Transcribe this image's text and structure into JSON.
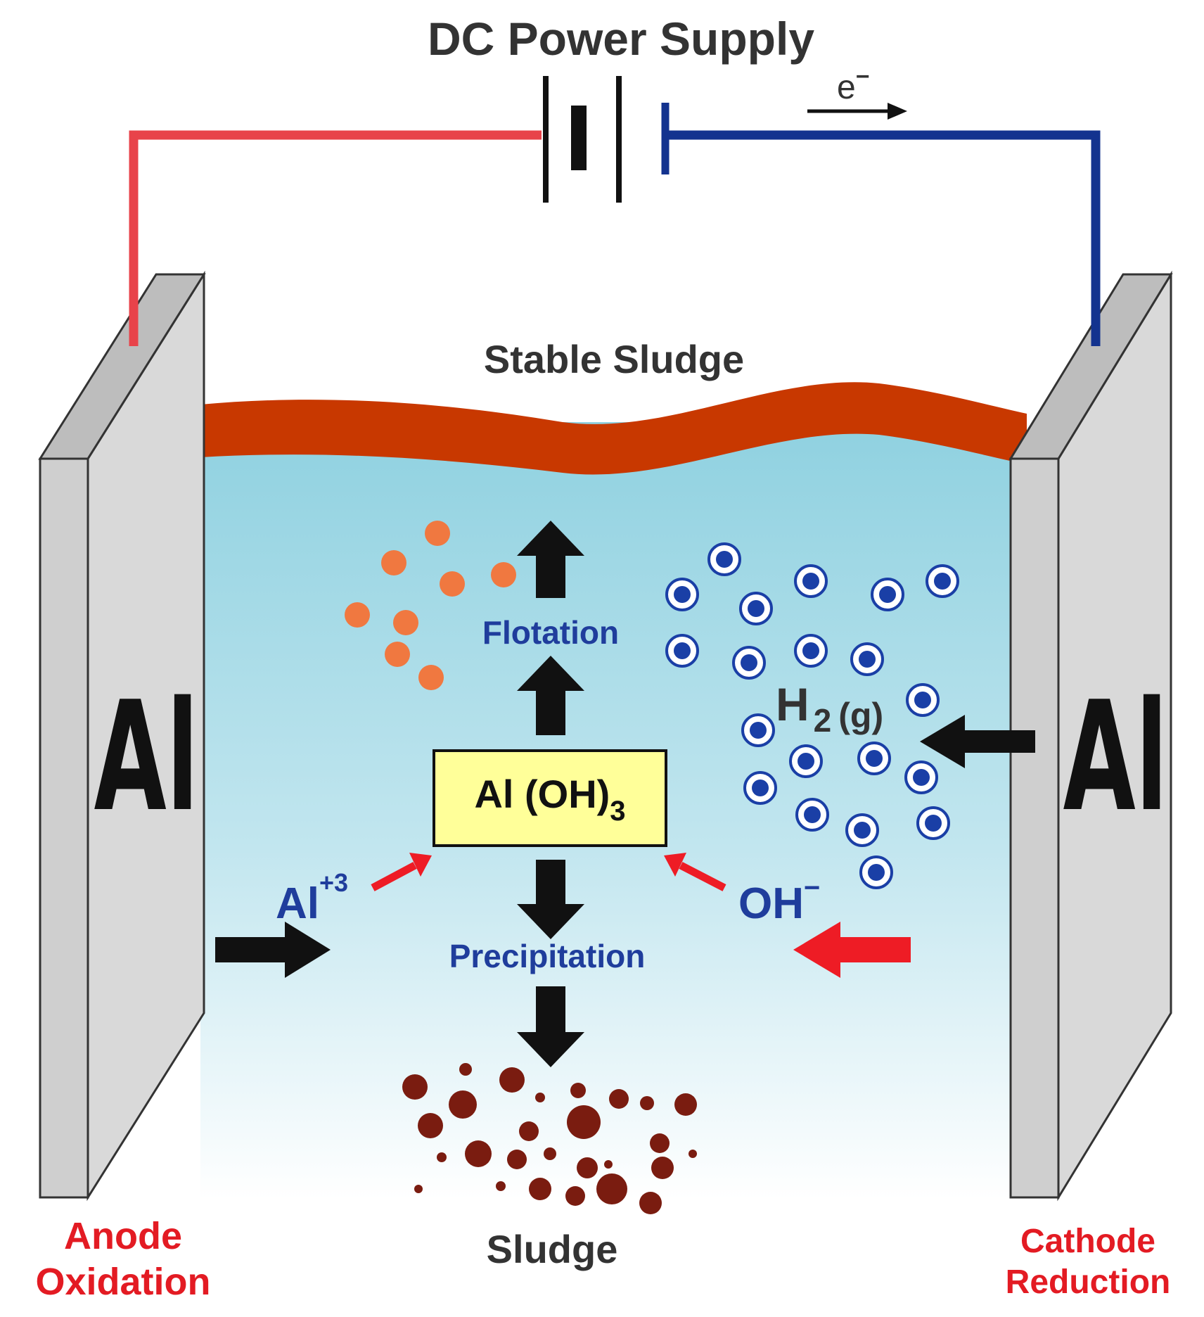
{
  "title": "DC Power Supply",
  "electron_label": {
    "base": "e",
    "sup": "−"
  },
  "top_layer_label": "Stable Sludge",
  "bottom_label": "Sludge",
  "anode": {
    "element": "Al",
    "line1": "Anode",
    "line2": "Oxidation"
  },
  "cathode": {
    "element": "Al",
    "line1": "Cathode",
    "line2": "Reduction"
  },
  "process_up": "Flotation",
  "process_down": "Precipitation",
  "product": {
    "base": "Al (OH)",
    "sub": "3"
  },
  "cation": {
    "base": "Al",
    "sup": "+3"
  },
  "anion": {
    "base": "OH",
    "sup": "−"
  },
  "gas": {
    "base": "H",
    "sub": "2",
    "state": "(g)"
  },
  "colors": {
    "anode_wire": "#e8434a",
    "cathode_wire": "#13338f",
    "electrode_face": "#d2d2d2",
    "electrode_edge": "#bcbcbc",
    "water_top": "#8fd1e0",
    "water_bottom": "#ffffff",
    "sludge_layer": "#c83800",
    "floc_particle": "#f07840",
    "bubble": "#1a3fa6",
    "sediment": "#7a1c10",
    "product_box": "#ffff99",
    "label_red": "#e31b23",
    "label_blue": "#1f3d9c",
    "label_dark": "#333333",
    "arrow_red": "#ee1c25"
  }
}
